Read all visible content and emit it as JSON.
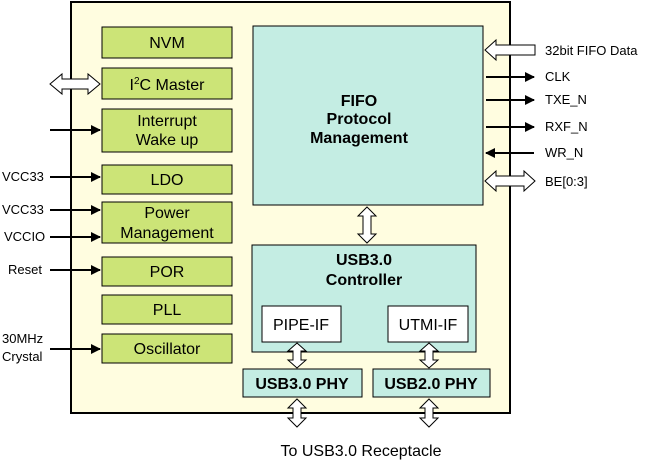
{
  "colors": {
    "chip_fill": "#fffde0",
    "green_block": "#cce477",
    "cyan_block": "#c4ede3",
    "white_block": "#ffffff",
    "stroke": "#000000"
  },
  "left_blocks": {
    "nvm": "NVM",
    "i2c_pre": "I",
    "i2c_sup": "2",
    "i2c_post": "C Master",
    "interrupt_line1": "Interrupt",
    "interrupt_line2": "Wake up",
    "ldo": "LDO",
    "power_line1": "Power",
    "power_line2": "Management",
    "por": "POR",
    "pll": "PLL",
    "oscillator": "Oscillator"
  },
  "left_signals": {
    "vcc33_ldo": "VCC33",
    "vcc33_power": "VCC33",
    "vccio": "VCCIO",
    "reset": "Reset",
    "crystal_line1": "30MHz",
    "crystal_line2": "Crystal"
  },
  "fifo": {
    "line1": "FIFO",
    "line2": "Protocol",
    "line3": "Management"
  },
  "right_signals": {
    "fifo_data": "32bit FIFO Data",
    "clk": "CLK",
    "txe": "TXE_N",
    "rxf": "RXF_N",
    "wr": "WR_N",
    "be": "BE[0:3]"
  },
  "usb_controller": {
    "line1": "USB3.0",
    "line2": "Controller",
    "pipe_if": "PIPE-IF",
    "utmi_if": "UTMI-IF"
  },
  "phys": {
    "usb3": "USB3.0 PHY",
    "usb2": "USB2.0 PHY"
  },
  "footer": "To USB3.0 Receptacle"
}
